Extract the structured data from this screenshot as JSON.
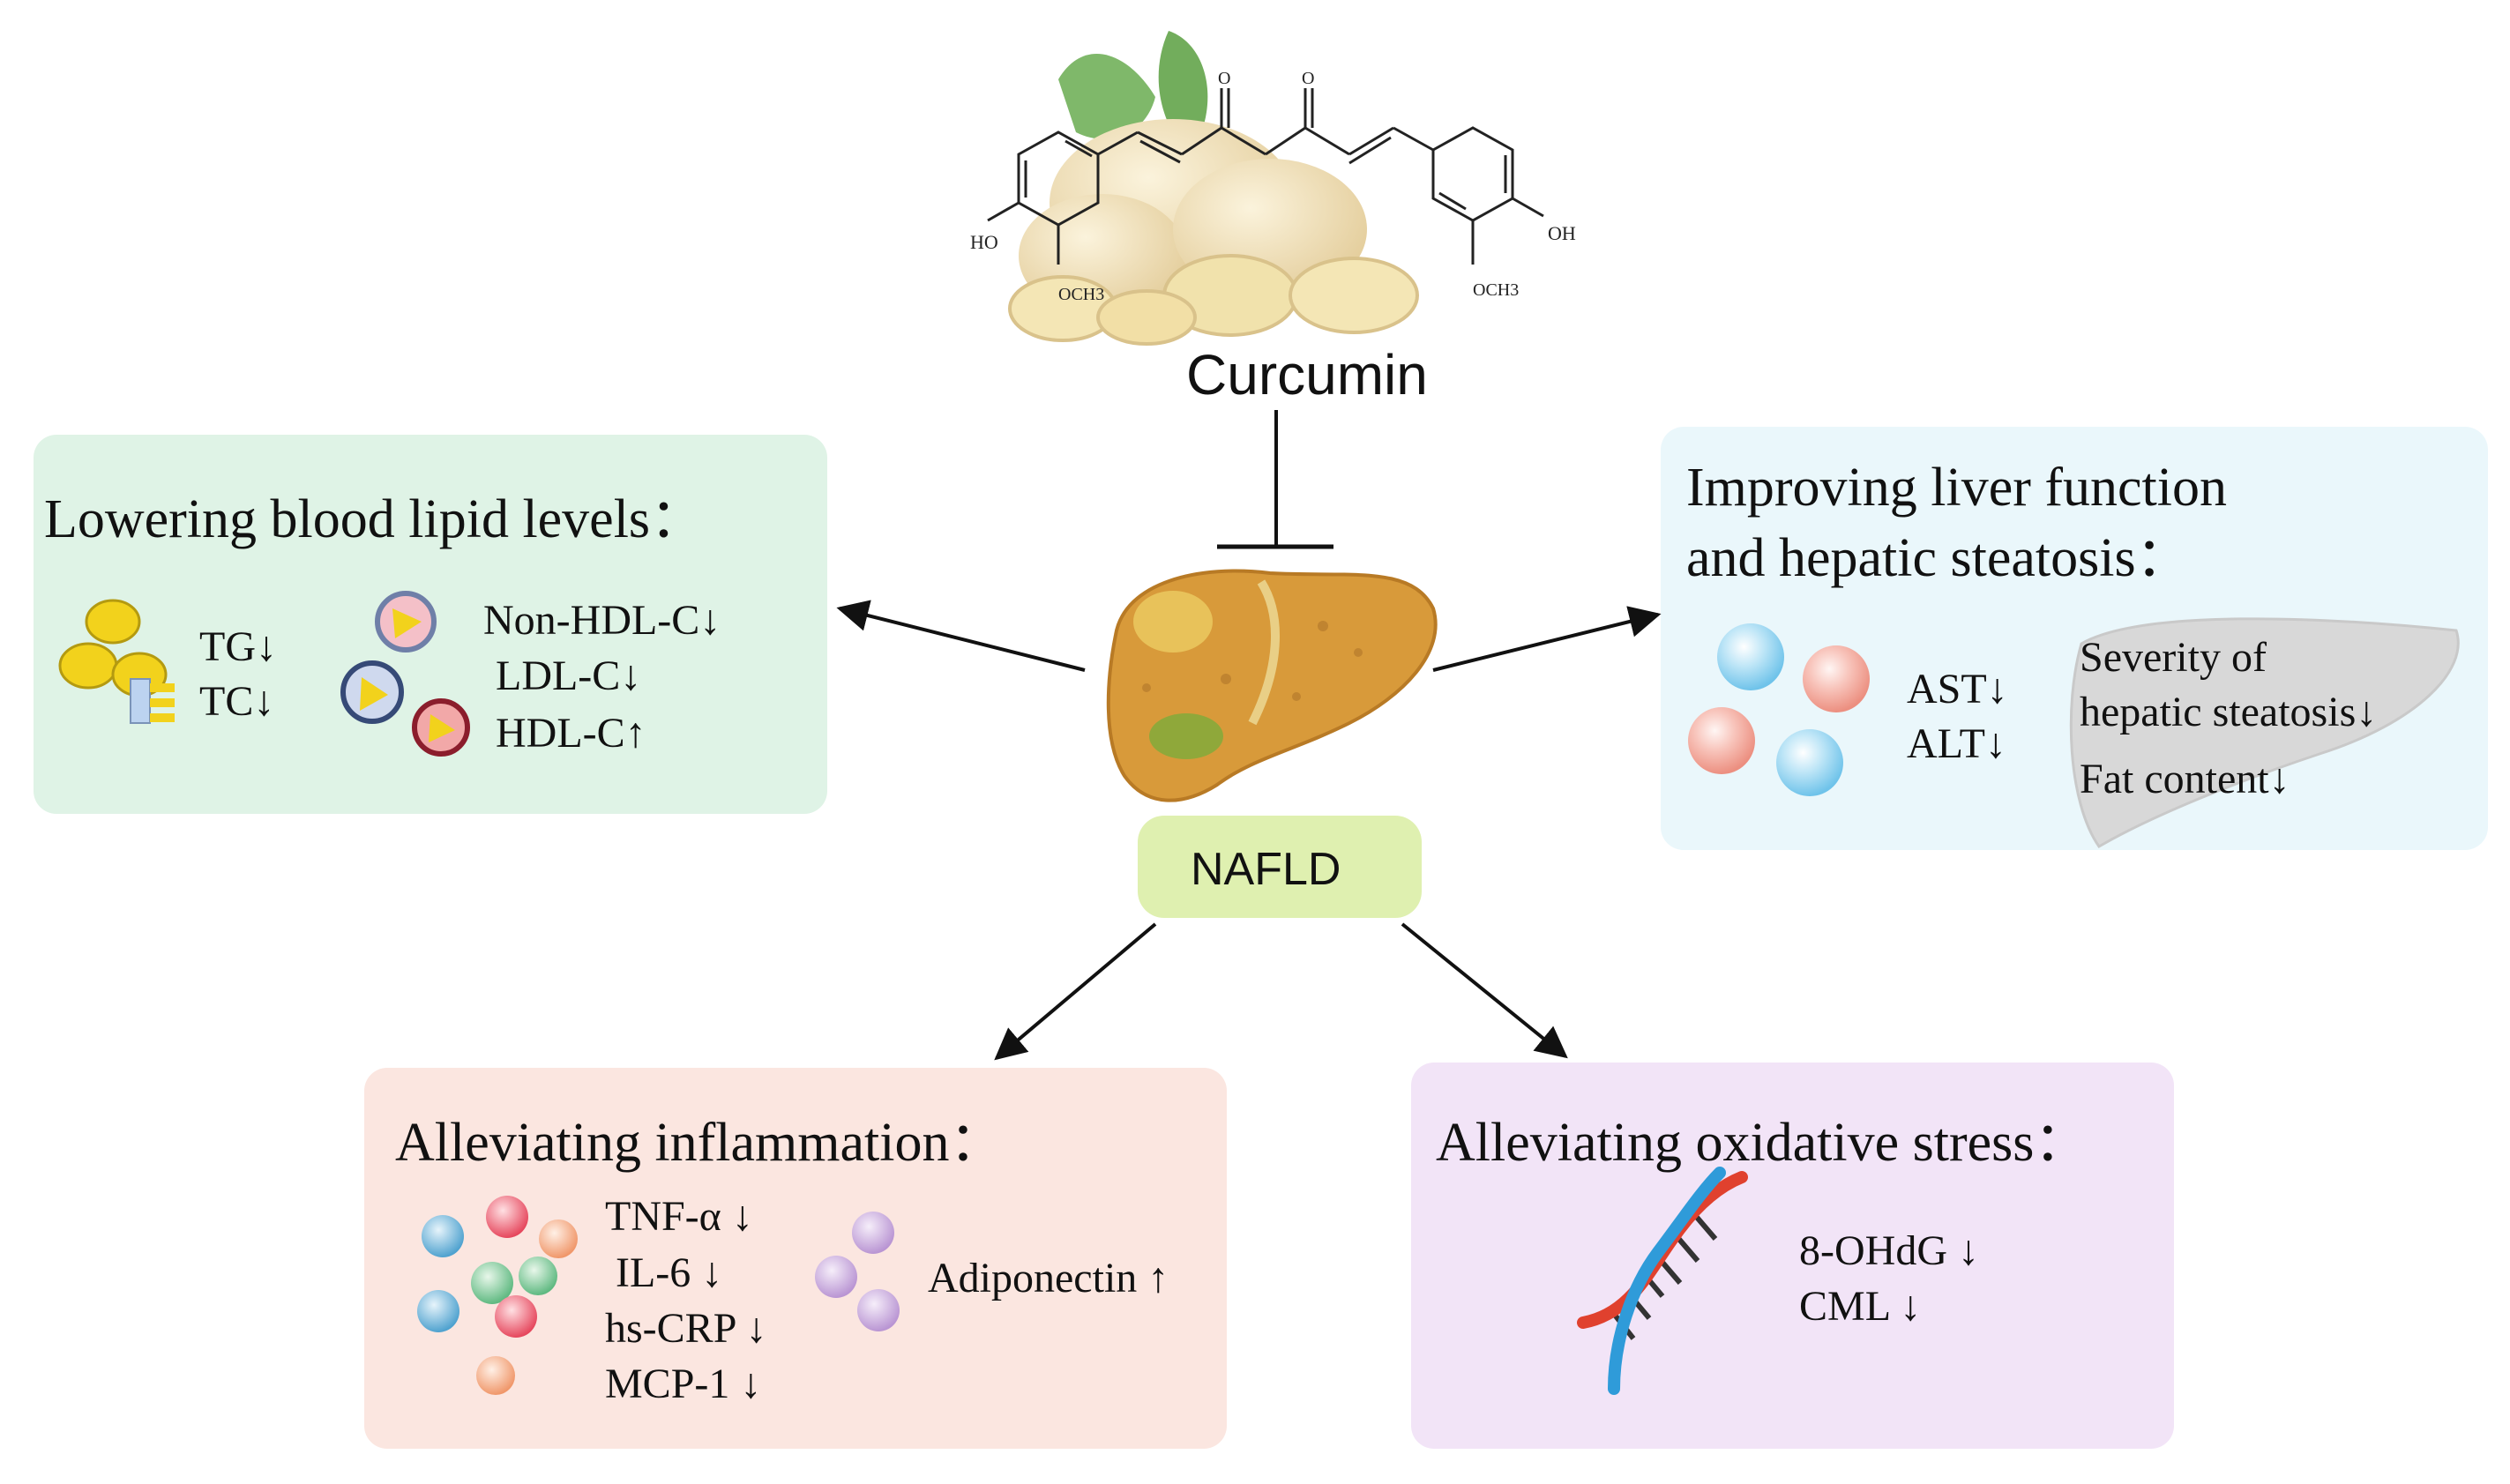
{
  "top": {
    "compound": "Curcumin",
    "groups": {
      "ho_left": "HO",
      "oh_right": "OH",
      "och3_left": "OCH3",
      "och3_right": "OCH3",
      "o_left": "O",
      "o_right": "O"
    }
  },
  "center": {
    "disease": "NAFLD"
  },
  "lipid": {
    "title": "Lowering blood  lipid levels：",
    "items_a": [
      "TG↓",
      "TC↓"
    ],
    "items_b": [
      "Non-HDL-C↓",
      "LDL-C↓",
      "HDL-C↑"
    ]
  },
  "liver": {
    "title_line1": "Improving liver function",
    "title_line2": "and hepatic steatosis：",
    "enzymes": [
      "AST↓",
      "ALT↓"
    ],
    "steatosis": [
      "Severity of",
      "hepatic steatosis↓",
      "Fat content↓"
    ]
  },
  "inflammation": {
    "title": "Alleviating inflammation：",
    "cytokines": [
      "TNF-α ↓",
      "IL-6 ↓",
      "hs-CRP ↓",
      "MCP-1 ↓"
    ],
    "adipokine": "Adiponectin ↑"
  },
  "oxidative": {
    "title": "Alleviating oxidative stress：",
    "markers": [
      "8-OHdG ↓",
      "CML ↓"
    ]
  },
  "colors": {
    "lipid_box": "#dff3e6",
    "liver_box": "#eaf7fb",
    "inflammation_box": "#fbe6e0",
    "oxidative_box": "#f2e4f7",
    "nafld_box": "#dff0b0",
    "liver_organ": "#d89a3a"
  }
}
